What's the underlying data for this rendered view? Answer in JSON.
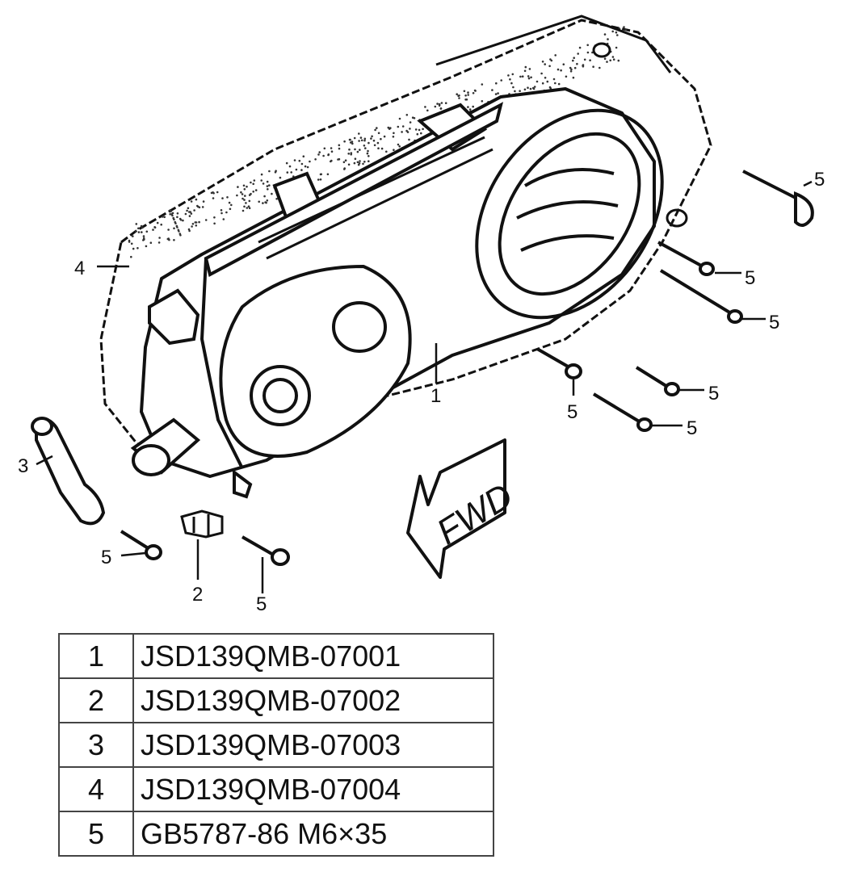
{
  "callouts": {
    "cover": "1",
    "bracket": "2",
    "lever": "3",
    "gasket": "4",
    "bolt": "5"
  },
  "direction_arrow": "FWD",
  "parts": [
    {
      "num": "1",
      "code": "JSD139QMB-07001"
    },
    {
      "num": "2",
      "code": "JSD139QMB-07002"
    },
    {
      "num": "3",
      "code": "JSD139QMB-07003"
    },
    {
      "num": "4",
      "code": "JSD139QMB-07004"
    },
    {
      "num": "5",
      "code": "GB5787-86 M6×35"
    }
  ],
  "colors": {
    "line": "#111111",
    "background": "#ffffff",
    "stipple": "#333333"
  }
}
